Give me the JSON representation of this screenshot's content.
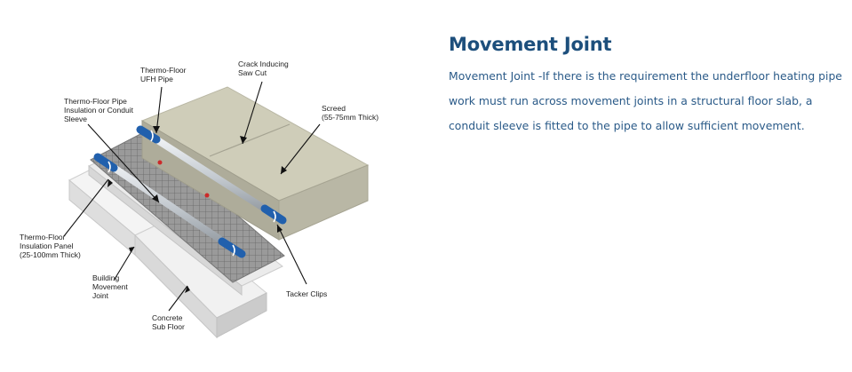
{
  "diagram": {
    "labels": {
      "ufh_pipe": "Thermo-Floor\nUFH Pipe",
      "saw_cut": "Crack Inducing\nSaw Cut",
      "pipe_insulation": "Thermo-Floor Pipe\nInsulation or Conduit\nSleeve",
      "screed": "Screed\n(55-75mm Thick)",
      "insulation_panel": "Thermo-Floor\nInsulation Panel\n(25-100mm Thick)",
      "building_joint": "Building\nMovement\nJoint",
      "tacker_clips": "Tacker Clips",
      "concrete": "Concrete\nSub Floor"
    },
    "colors": {
      "screed_top": "#cfcdb9",
      "screed_side": "#aeac9a",
      "slab_top": "#f3f3f3",
      "slab_side": "#dcdcdc",
      "mesh": "#8a8a8a",
      "pipe": "#d2d6da",
      "sleeve": "#2160ad"
    }
  },
  "content": {
    "title": "Movement Joint",
    "body": "Movement Joint -If there is the requirement the underfloor heating pipe work must run across movement joints in a structural floor slab, a conduit sleeve is fitted to the pipe to allow sufficient movement."
  }
}
